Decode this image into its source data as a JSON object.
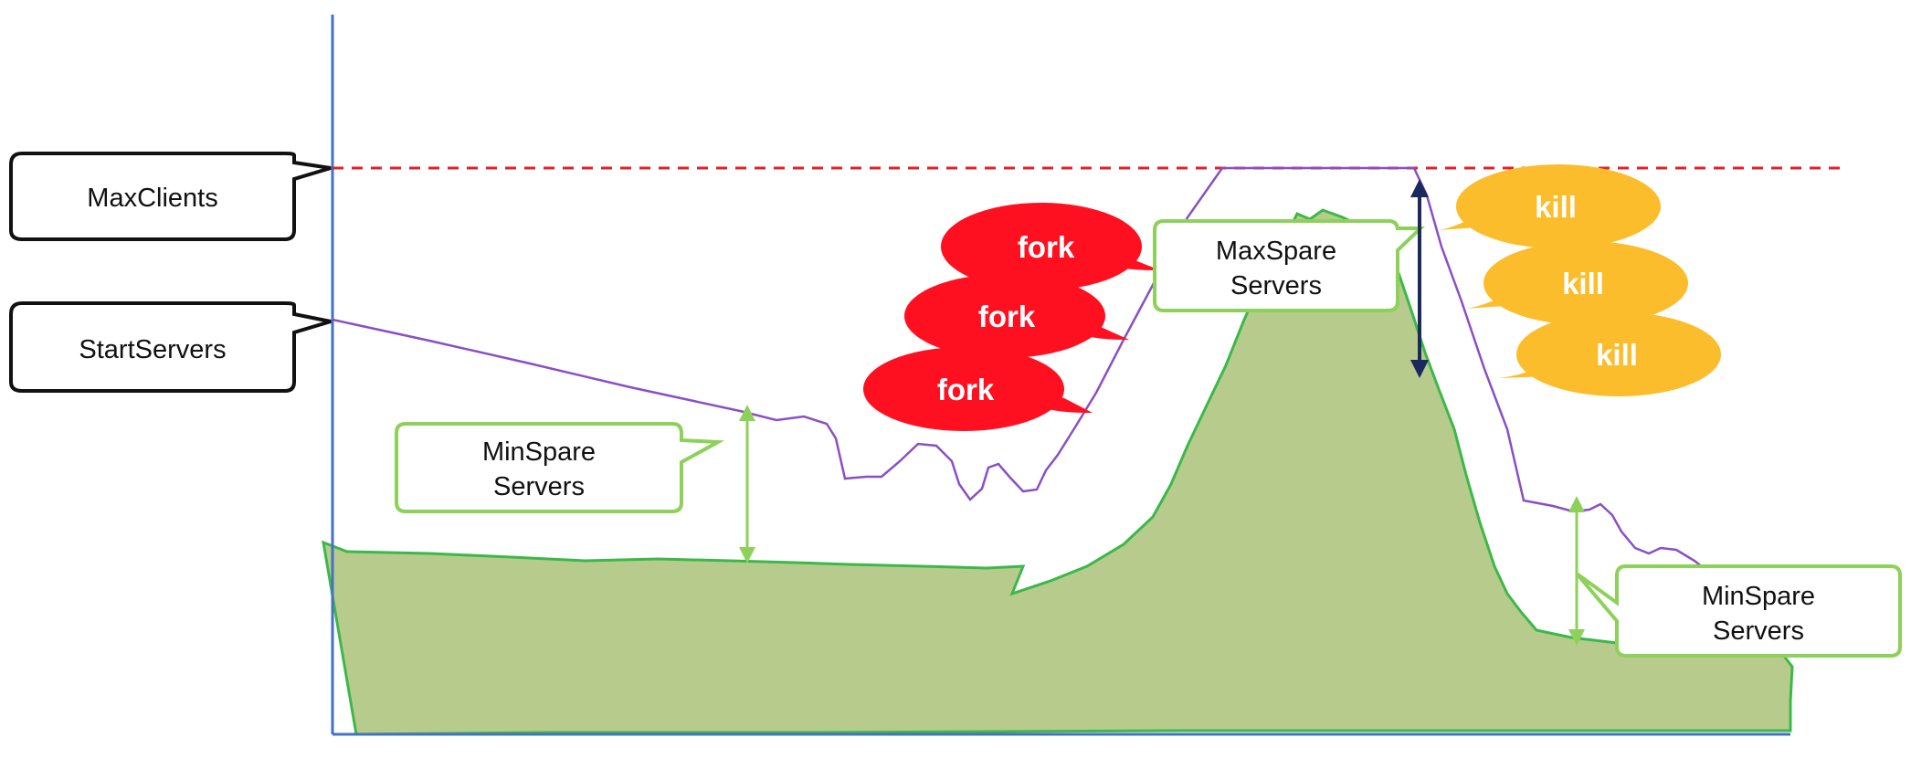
{
  "labels": {
    "max_clients": "MaxClients",
    "start_servers": "StartServers",
    "min_spare_left": [
      "MinSpare",
      "Servers"
    ],
    "max_spare": [
      "MaxSpare",
      "Servers"
    ],
    "min_spare_right": [
      "MinSpare",
      "Servers"
    ]
  },
  "fork_bubbles": [
    "fork",
    "fork",
    "fork"
  ],
  "kill_bubbles": [
    "kill",
    "kill",
    "kill"
  ],
  "colors": {
    "axis": "#4472c4",
    "max_line": "#e0202a",
    "server_line": "#8a4fc4",
    "demand_fill": "#b7cc8c",
    "demand_stroke": "#3cb84a",
    "spare_box": "#8ed15a",
    "fork": "#ff1020",
    "kill": "#fcbd2c",
    "max_arrow": "#1a2a5c",
    "callout_border": "#111111"
  }
}
